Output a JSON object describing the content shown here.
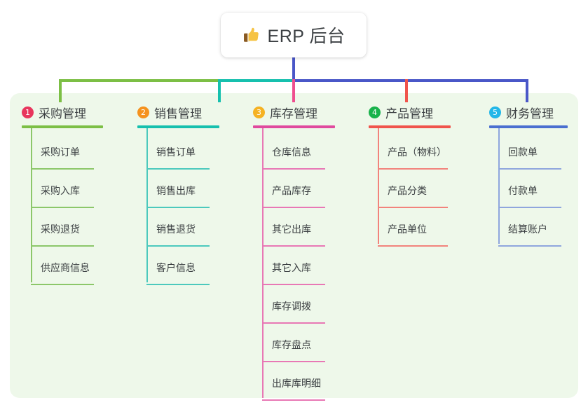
{
  "root": {
    "icon": "thumbs-up-icon",
    "label": "ERP 后台"
  },
  "palette": {
    "panel_bg": "#eef8ea",
    "page_bg": "#ffffff",
    "text": "#3c4043",
    "bus_green": "#7cbf45",
    "bus_teal": "#16c0ae",
    "bus_blue": "#4a57c8"
  },
  "columns": [
    {
      "index": "1",
      "title": "采购管理",
      "badge_color": "#e8365d",
      "rule_color": "#7cbf45",
      "line_color": "#8cc76a",
      "connector_color": "#7cbf45",
      "rule_width": 116,
      "leaf_rule_width": 90,
      "items": [
        {
          "label": "采购订单"
        },
        {
          "label": "采购入库"
        },
        {
          "label": "采购退货"
        },
        {
          "label": "供应商信息"
        }
      ]
    },
    {
      "index": "2",
      "title": "销售管理",
      "badge_color": "#f5921e",
      "rule_color": "#16c0ae",
      "line_color": "#4cc9bd",
      "connector_color": "#16c0ae",
      "rule_width": 117,
      "leaf_rule_width": 90,
      "items": [
        {
          "label": "销售订单"
        },
        {
          "label": "销售出库"
        },
        {
          "label": "销售退货"
        },
        {
          "label": "客户信息"
        }
      ]
    },
    {
      "index": "3",
      "title": "库存管理",
      "badge_color": "#f5b223",
      "rule_color": "#e04a9e",
      "line_color": "#e878b5",
      "connector_color": "#ef4e8f",
      "rule_width": 117,
      "leaf_rule_width": 90,
      "items": [
        {
          "label": "仓库信息"
        },
        {
          "label": "产品库存"
        },
        {
          "label": "其它出库"
        },
        {
          "label": "其它入库"
        },
        {
          "label": "库存调拨"
        },
        {
          "label": "库存盘点"
        },
        {
          "label": "出库库明细"
        }
      ]
    },
    {
      "index": "4",
      "title": "产品管理",
      "badge_color": "#18b24b",
      "rule_color": "#f0544c",
      "line_color": "#f2837c",
      "connector_color": "#f0544c",
      "rule_width": 117,
      "leaf_rule_width": 100,
      "items": [
        {
          "label": "产品（物料）"
        },
        {
          "label": "产品分类"
        },
        {
          "label": "产品单位"
        }
      ]
    },
    {
      "index": "5",
      "title": "财务管理",
      "badge_color": "#22b7e8",
      "rule_color": "#4a6fd0",
      "line_color": "#8fa6dd",
      "connector_color": "#4a57c8",
      "rule_width": 112,
      "leaf_rule_width": 90,
      "items": [
        {
          "label": "回款单"
        },
        {
          "label": "付款单"
        },
        {
          "label": "结算账户"
        }
      ]
    }
  ]
}
